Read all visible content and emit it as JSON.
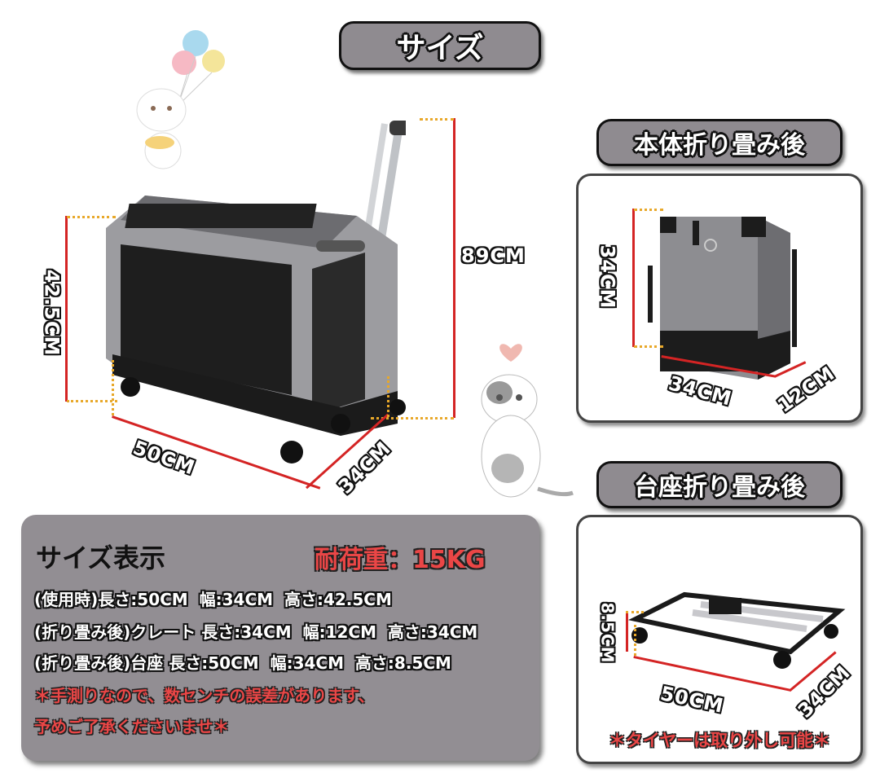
{
  "title": "サイズ",
  "main_product": {
    "dimensions": {
      "height": "42.5CM",
      "total_height": "89CM",
      "length": "50CM",
      "width": "34CM"
    }
  },
  "folded_body": {
    "title": "本体折り畳み後",
    "dimensions": {
      "height": "34CM",
      "length": "34CM",
      "width": "12CM"
    }
  },
  "folded_base": {
    "title": "台座折り畳み後",
    "dimensions": {
      "height": "8.5CM",
      "length": "50CM",
      "width": "34CM"
    },
    "note": "＊タイヤーは取り外し可能＊"
  },
  "info_panel": {
    "heading": "サイズ表示",
    "load_capacity": "耐荷重：15KG",
    "rows": [
      "(使用時)長さ:50CM  幅:34CM  高さ:42.5CM",
      "(折り畳み後)クレート 長さ:34CM  幅:12CM  高さ:34CM",
      "(折り畳み後)台座 長さ:50CM  幅:34CM  高さ:8.5CM"
    ],
    "notes": [
      "＊手測りなので、数センチの誤差があります、",
      "予めご了承くださいませ＊"
    ]
  },
  "colors": {
    "panel_gray": "#928e93",
    "accent_red": "#ea4646",
    "dimension_line": "#d42424",
    "guide_dots": "#e8a82a"
  }
}
